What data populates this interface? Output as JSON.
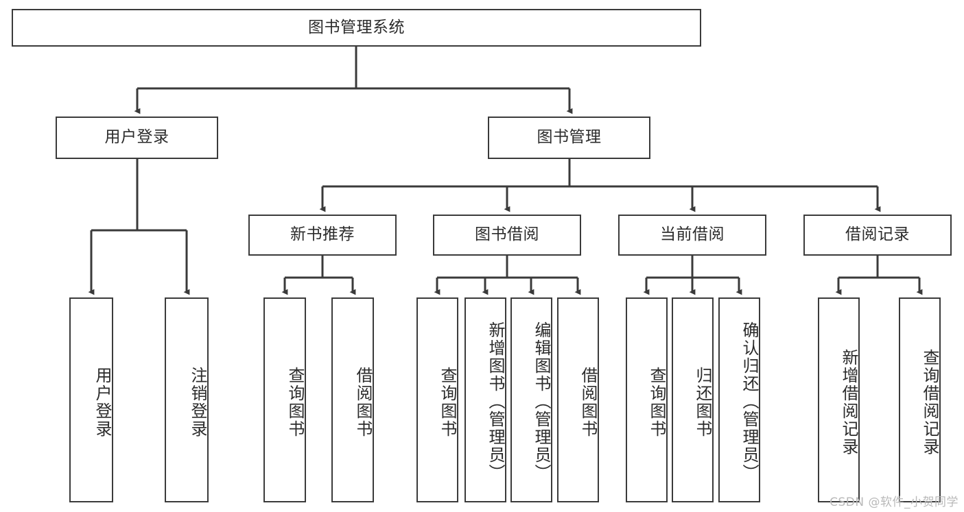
{
  "diagram": {
    "type": "tree-hierarchy",
    "title": "图书管理系统",
    "watermark": "CSDN @软件_小贺同学",
    "colors": {
      "box_border": "#3a3a3a",
      "box_fill": "#ffffff",
      "edge": "#3a3a3a",
      "text": "#2b2b2b",
      "watermark": "#b9b9b9",
      "background": "#ffffff"
    },
    "nodes": {
      "root": {
        "label": "图书管理系统"
      },
      "level2": [
        {
          "id": "user-login",
          "label": "用户登录"
        },
        {
          "id": "book-management",
          "label": "图书管理"
        }
      ],
      "level3": [
        {
          "id": "new-book-recommend",
          "label": "新书推荐"
        },
        {
          "id": "book-borrow",
          "label": "图书借阅"
        },
        {
          "id": "current-borrow",
          "label": "当前借阅"
        },
        {
          "id": "borrow-record",
          "label": "借阅记录"
        }
      ],
      "leaves": {
        "user-login": [
          {
            "id": "leaf-user-login",
            "label": "用户登录"
          },
          {
            "id": "leaf-user-logout",
            "label": "注销登录"
          }
        ],
        "new-book-recommend": [
          {
            "id": "leaf-query-book-1",
            "label": "查询图书"
          },
          {
            "id": "leaf-borrow-book-1",
            "label": "借阅图书"
          }
        ],
        "book-borrow": [
          {
            "id": "leaf-query-book-2",
            "label": "查询图书"
          },
          {
            "id": "leaf-add-book",
            "label": "新增图书（管理员）"
          },
          {
            "id": "leaf-edit-book",
            "label": "编辑图书（管理员）"
          },
          {
            "id": "leaf-borrow-book-2",
            "label": "借阅图书"
          }
        ],
        "current-borrow": [
          {
            "id": "leaf-query-book-3",
            "label": "查询图书"
          },
          {
            "id": "leaf-return-book",
            "label": "归还图书"
          },
          {
            "id": "leaf-confirm-return",
            "label": "确认归还（管理员）"
          }
        ],
        "borrow-record": [
          {
            "id": "leaf-add-record",
            "label": "新增借阅记录"
          },
          {
            "id": "leaf-query-record",
            "label": "查询借阅记录"
          }
        ]
      }
    }
  }
}
